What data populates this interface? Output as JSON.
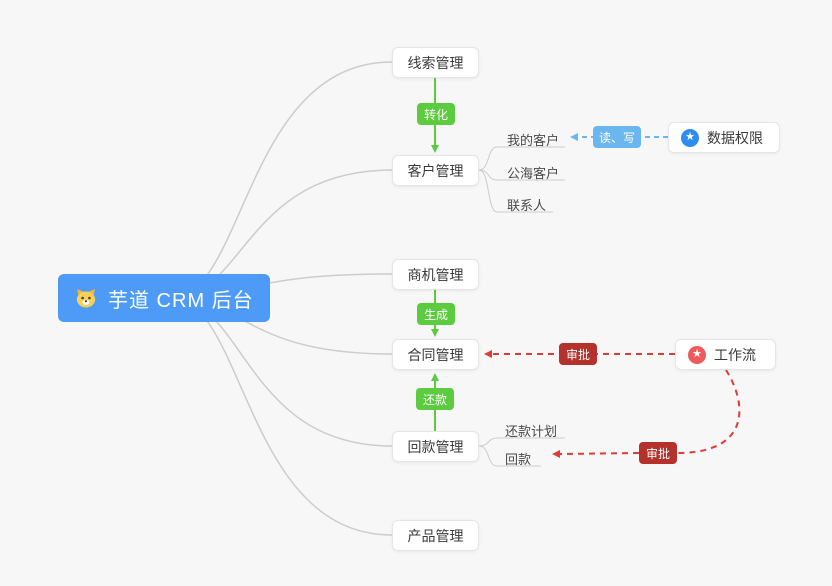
{
  "root": {
    "label": "芋道 CRM 后台",
    "icon": "dog-icon"
  },
  "nodes": {
    "lead": "线索管理",
    "customer": "客户管理",
    "opportunity": "商机管理",
    "contract": "合同管理",
    "receivable": "回款管理",
    "product": "产品管理",
    "data_permission": {
      "label": "数据权限",
      "icon": "star-icon"
    },
    "workflow": {
      "label": "工作流",
      "icon": "star-icon"
    }
  },
  "subnodes": {
    "my_customer": "我的客户",
    "public_customer": "公海客户",
    "contact": "联系人",
    "repayment_plan": "还款计划",
    "receipt": "回款"
  },
  "edge_labels": {
    "convert": "转化",
    "generate": "生成",
    "repay": "还款",
    "read_write": "读、写",
    "approve_contract": "审批",
    "approve_receipt": "审批"
  },
  "colors": {
    "background": "#f7f7f7",
    "root_blue": "#4d9bf7",
    "edge_green": "#5dcb3f",
    "edge_red": "#dd3c38",
    "badge_dark_red": "#b5322c",
    "badge_blue": "#6cb6f0",
    "star_blue": "#2f8cf0",
    "star_red": "#ef5b5b",
    "connector_gray": "#cccccc"
  }
}
